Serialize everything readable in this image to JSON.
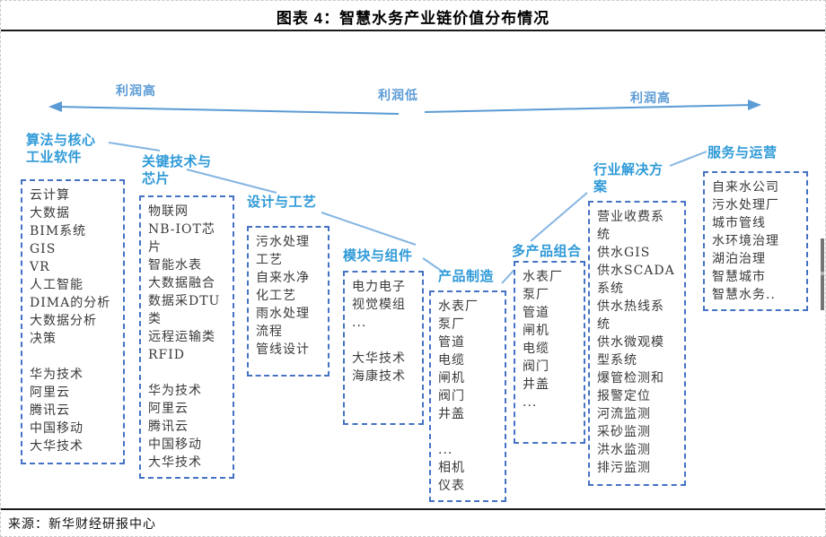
{
  "title": "图表 4：智慧水务产业链价值分布情况",
  "source": "来源：新华财经研报中心",
  "axis": {
    "left_label": "利润高",
    "center_label": "利润低",
    "right_label": "利润高"
  },
  "colors": {
    "category_label_blue": "#2f9ad8",
    "arrow_blue": "#5b9bd5",
    "connector_blue": "#85b6e2",
    "box_border_blue": "#4472c4",
    "list_text": "#3a3a3a"
  },
  "categories": [
    {
      "label": "算法与核心工业软件",
      "items": [
        "云计算",
        "大数据",
        "BIM系统",
        "GIS",
        "VR",
        "人工智能",
        "DIMA的分析",
        "大数据分析",
        "决策",
        "",
        "华为技术",
        "阿里云",
        "腾讯云",
        "中国移动",
        "大华技术"
      ]
    },
    {
      "label": "关键技术与芯片",
      "items": [
        "物联网",
        "NB-IOT芯片",
        "智能水表",
        "大数据融合",
        "数据采DTU类",
        "远程运输类",
        "RFID",
        "",
        "华为技术",
        "阿里云",
        "腾讯云",
        "中国移动",
        "大华技术"
      ]
    },
    {
      "label": "设计与工艺",
      "items": [
        "污水处理工艺",
        "自来水净化工艺",
        "雨水处理流程",
        "管线设计"
      ]
    },
    {
      "label": "模块与组件",
      "items": [
        "电力电子",
        "视觉模组",
        "...",
        "",
        "大华技术",
        "海康技术"
      ]
    },
    {
      "label": "产品制造",
      "items": [
        "水表厂",
        "泵厂",
        "管道",
        "电缆",
        "闸机",
        "阀门",
        "井盖",
        "",
        "...",
        "相机",
        "仪表"
      ]
    },
    {
      "label": "多产品组合",
      "items": [
        "水表厂",
        "泵厂",
        "管道",
        "闸机",
        "电缆",
        "阀门",
        "井盖",
        "..."
      ]
    },
    {
      "label": "行业解决方案",
      "items": [
        "营业收费系统",
        "供水GIS",
        "供水SCADA系统",
        "供水热线系统",
        "供水微观模型系统",
        "爆管检测和报警定位",
        "河流监测",
        "采砂监测",
        "洪水监测",
        "排污监测"
      ]
    },
    {
      "label": "服务与运营",
      "items": [
        "自来水公司",
        "污水处理厂",
        "城市管线",
        "水环境治理",
        "湖泊治理",
        "智慧城市",
        "智慧水务.."
      ]
    }
  ]
}
